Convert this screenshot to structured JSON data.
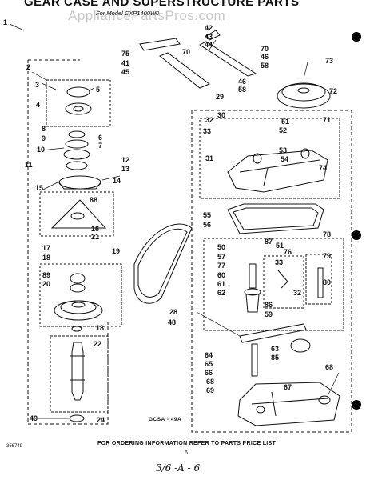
{
  "header": {
    "title": "GEAR CASE AND SUPERSTRUCTURE PARTS",
    "subtitle": "For Model CXP1400W0",
    "watermark": "AppliancePartsPros.com"
  },
  "callouts": [
    {
      "id": "c1",
      "text": "1"
    },
    {
      "id": "c2",
      "text": "2"
    },
    {
      "id": "c3",
      "text": "3"
    },
    {
      "id": "c4",
      "text": "4"
    },
    {
      "id": "c5",
      "text": "5"
    },
    {
      "id": "c6",
      "text": "6"
    },
    {
      "id": "c7",
      "text": "7"
    },
    {
      "id": "c8",
      "text": "8"
    },
    {
      "id": "c9",
      "text": "9"
    },
    {
      "id": "c10",
      "text": "10"
    },
    {
      "id": "c11",
      "text": "11"
    },
    {
      "id": "c12",
      "text": "12"
    },
    {
      "id": "c13",
      "text": "13"
    },
    {
      "id": "c14",
      "text": "14"
    },
    {
      "id": "c15",
      "text": "15"
    },
    {
      "id": "c16",
      "text": "16"
    },
    {
      "id": "c17",
      "text": "17"
    },
    {
      "id": "c18a",
      "text": "18"
    },
    {
      "id": "c18b",
      "text": "18"
    },
    {
      "id": "c19",
      "text": "19"
    },
    {
      "id": "c20",
      "text": "20"
    },
    {
      "id": "c21",
      "text": "21"
    },
    {
      "id": "c22",
      "text": "22"
    },
    {
      "id": "c24",
      "text": "24"
    },
    {
      "id": "c28",
      "text": "28"
    },
    {
      "id": "c29",
      "text": "29"
    },
    {
      "id": "c30",
      "text": "30"
    },
    {
      "id": "c31",
      "text": "31"
    },
    {
      "id": "c32a",
      "text": "32"
    },
    {
      "id": "c32b",
      "text": "32"
    },
    {
      "id": "c33a",
      "text": "33"
    },
    {
      "id": "c33b",
      "text": "33"
    },
    {
      "id": "c41",
      "text": "41"
    },
    {
      "id": "c42",
      "text": "42"
    },
    {
      "id": "c43",
      "text": "43"
    },
    {
      "id": "c44",
      "text": "44"
    },
    {
      "id": "c45",
      "text": "45"
    },
    {
      "id": "c46a",
      "text": "46"
    },
    {
      "id": "c46b",
      "text": "46"
    },
    {
      "id": "c48",
      "text": "48"
    },
    {
      "id": "c49",
      "text": "49"
    },
    {
      "id": "c50",
      "text": "50"
    },
    {
      "id": "c51a",
      "text": "51"
    },
    {
      "id": "c51b",
      "text": "51"
    },
    {
      "id": "c52",
      "text": "52"
    },
    {
      "id": "c53",
      "text": "53"
    },
    {
      "id": "c54",
      "text": "54"
    },
    {
      "id": "c55",
      "text": "55"
    },
    {
      "id": "c56",
      "text": "56"
    },
    {
      "id": "c57",
      "text": "57"
    },
    {
      "id": "c58a",
      "text": "58"
    },
    {
      "id": "c58b",
      "text": "58"
    },
    {
      "id": "c59",
      "text": "59"
    },
    {
      "id": "c60",
      "text": "60"
    },
    {
      "id": "c61",
      "text": "61"
    },
    {
      "id": "c62",
      "text": "62"
    },
    {
      "id": "c63",
      "text": "63"
    },
    {
      "id": "c64",
      "text": "64"
    },
    {
      "id": "c65",
      "text": "65"
    },
    {
      "id": "c66",
      "text": "66"
    },
    {
      "id": "c67",
      "text": "67"
    },
    {
      "id": "c68a",
      "text": "68"
    },
    {
      "id": "c68b",
      "text": "68"
    },
    {
      "id": "c69",
      "text": "69"
    },
    {
      "id": "c70a",
      "text": "70"
    },
    {
      "id": "c70b",
      "text": "70"
    },
    {
      "id": "c71",
      "text": "71"
    },
    {
      "id": "c72",
      "text": "72"
    },
    {
      "id": "c73",
      "text": "73"
    },
    {
      "id": "c74",
      "text": "74"
    },
    {
      "id": "c75",
      "text": "75"
    },
    {
      "id": "c76",
      "text": "76"
    },
    {
      "id": "c77",
      "text": "77"
    },
    {
      "id": "c78",
      "text": "78"
    },
    {
      "id": "c79",
      "text": "79"
    },
    {
      "id": "c80",
      "text": "80"
    },
    {
      "id": "c85",
      "text": "85"
    },
    {
      "id": "c86",
      "text": "86"
    },
    {
      "id": "c87",
      "text": "87"
    },
    {
      "id": "c88",
      "text": "88"
    },
    {
      "id": "c89",
      "text": "89"
    }
  ],
  "figure_code": "GCSA - 49A",
  "footer": {
    "doc_number": "356749",
    "instruction": "FOR ORDERING INFORMATION REFER TO PARTS PRICE LIST",
    "page": "6",
    "handwritten": "3/6 -A - 6"
  }
}
